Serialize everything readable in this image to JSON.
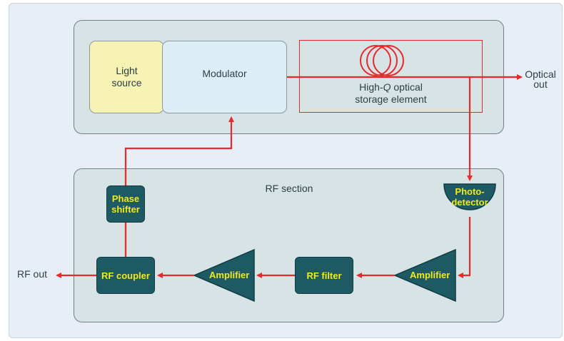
{
  "diagram": {
    "optical_section": {
      "light_source": [
        "Light",
        "source"
      ],
      "modulator": "Modulator",
      "storage": {
        "line1_prefix": "High-",
        "line1_q": "Q",
        "line1_suffix": " optical",
        "line2": "storage element"
      },
      "optical_out": [
        "Optical",
        "out"
      ]
    },
    "rf_section": {
      "title": "RF section",
      "photodetector": [
        "Photo-",
        "detector"
      ],
      "phase_shifter": [
        "Phase",
        "shifter"
      ],
      "rf_coupler": "RF coupler",
      "rf_filter": "RF filter",
      "amplifier_left": "Amplifier",
      "amplifier_right": "Amplifier",
      "rf_out": "RF out"
    },
    "colors": {
      "signal": "#e8282b",
      "teal": "#1d5a63",
      "label_yellow": "#f2ea1a",
      "panel": "#d7e3e5",
      "light_source": "#f7f3b4",
      "modulator": "#dcedf6"
    }
  }
}
